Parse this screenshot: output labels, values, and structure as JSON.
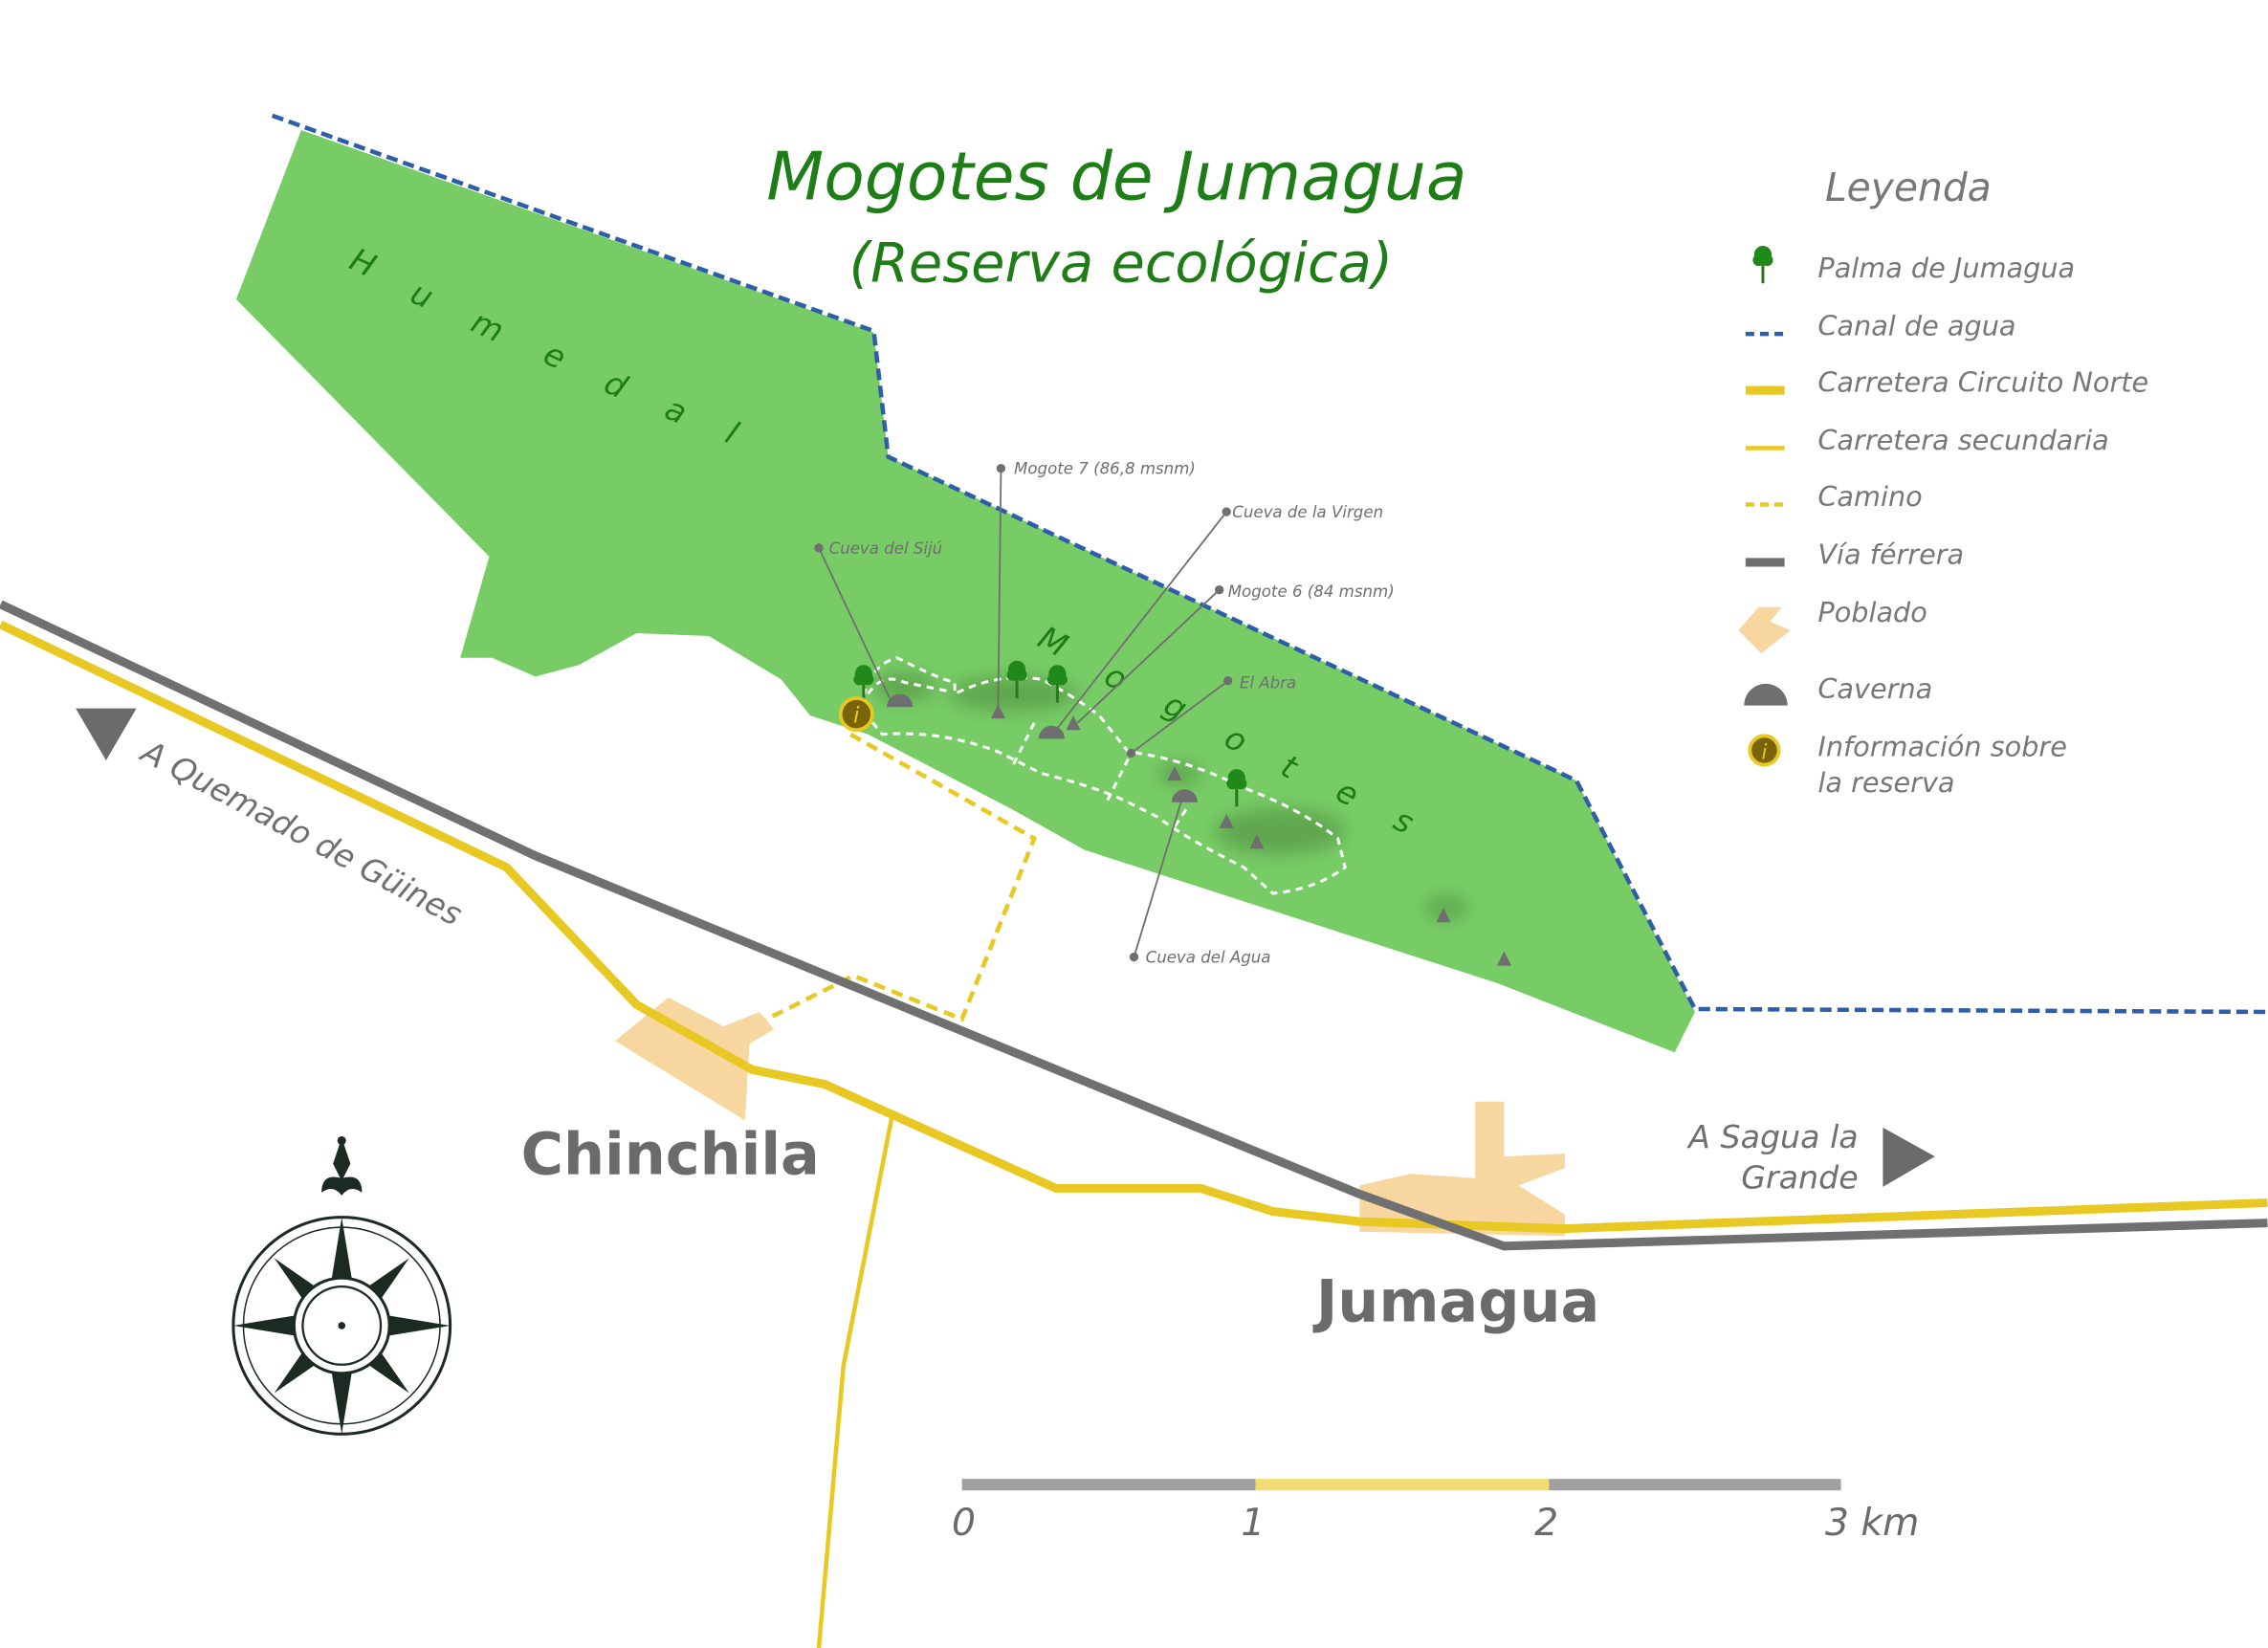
{
  "title": {
    "line1": "Mogotes de Jumagua",
    "line2": "(Reserva ecológica)"
  },
  "colors": {
    "reserve": "#77cc66",
    "canal": "#2e5ea8",
    "road": "#e8c822",
    "rail": "#707070",
    "town": "#f7d6a0",
    "title": "#1e7d16",
    "text": "#6b6b6b"
  },
  "area_labels": {
    "humedal": [
      "H",
      "u",
      "m",
      "e",
      "d",
      "a",
      "l"
    ],
    "mogotes": [
      "M",
      "o",
      "g",
      "o",
      "t",
      "e",
      "s"
    ]
  },
  "annotations": {
    "mogote7": "Mogote 7 (86,8 msnm)",
    "cueva_virgen": "Cueva de la Virgen",
    "cueva_sijú": "Cueva del Sijú",
    "mogote6": "Mogote 6 (84 msnm)",
    "el_abra": "El Abra",
    "cueva_agua": "Cueva del Agua"
  },
  "towns": {
    "chinchila": "Chinchila",
    "jumagua": "Jumagua"
  },
  "directions": {
    "quemado": "A Quemado de Güines",
    "sagua_1": "A Sagua la",
    "sagua_2": "Grande"
  },
  "legend": {
    "title": "Leyenda",
    "items": [
      {
        "icon": "palm-icon",
        "label": "Palma de Jumagua"
      },
      {
        "icon": "canal-line-icon",
        "label": "Canal de agua"
      },
      {
        "icon": "main-road-line-icon",
        "label": "Carretera Circuito Norte"
      },
      {
        "icon": "secondary-road-line-icon",
        "label": "Carretera secundaria"
      },
      {
        "icon": "path-line-icon",
        "label": "Camino"
      },
      {
        "icon": "railway-line-icon",
        "label": "Vía férrera"
      },
      {
        "icon": "town-shape-icon",
        "label": "Poblado"
      },
      {
        "icon": "cave-icon",
        "label": "Caverna"
      },
      {
        "icon": "info-icon",
        "label": "Información sobre",
        "label2": "la reserva"
      }
    ]
  },
  "scale_bar": {
    "ticks": [
      "0",
      "1",
      "2",
      "3 km"
    ]
  },
  "info_glyph": "i"
}
